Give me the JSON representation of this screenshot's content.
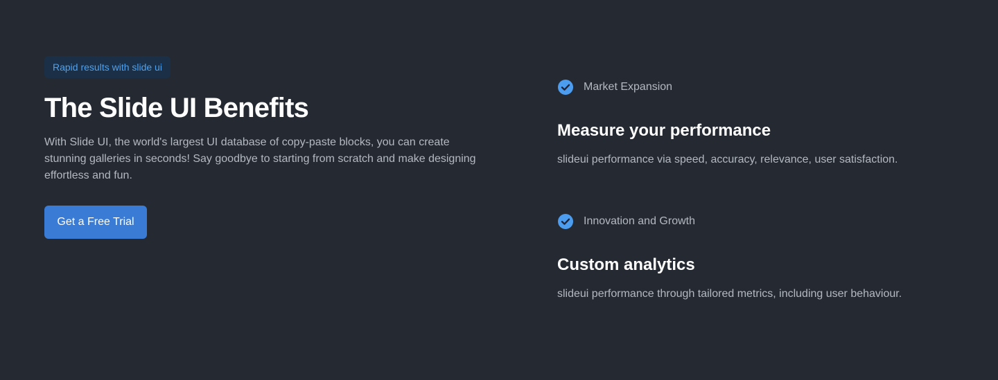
{
  "hero": {
    "badge": "Rapid results with slide ui",
    "title": "The Slide UI Benefits",
    "description": "With Slide UI, the world's largest UI database of copy-paste blocks, you can create stunning galleries in seconds! Say goodbye to starting from scratch and make designing effortless and fun.",
    "cta_label": "Get a Free Trial"
  },
  "features": [
    {
      "tag": "Market Expansion",
      "title": "Measure your performance",
      "description": "slideui performance via speed, accuracy, relevance, user satisfaction.",
      "icon": "check-circle-icon"
    },
    {
      "tag": "Innovation and Growth",
      "title": "Custom analytics",
      "description": "slideui performance through tailored metrics, including user behaviour.",
      "icon": "check-circle-icon"
    }
  ],
  "colors": {
    "background": "#252a32",
    "accent": "#3a7bd5",
    "badge_bg": "#1b3046",
    "badge_text": "#4ea1f0",
    "check": "#4c9cf0"
  }
}
